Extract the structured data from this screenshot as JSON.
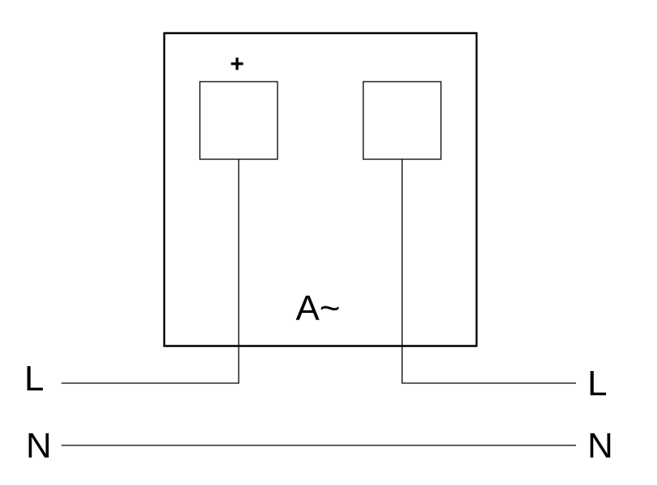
{
  "diagram": {
    "device_symbol": "A~",
    "terminal_left_polarity": "+",
    "line_left_label": "L",
    "line_right_label": "L",
    "neutral_left_label": "N",
    "neutral_right_label": "N"
  },
  "colors": {
    "stroke": "#000000",
    "background": "#ffffff"
  }
}
